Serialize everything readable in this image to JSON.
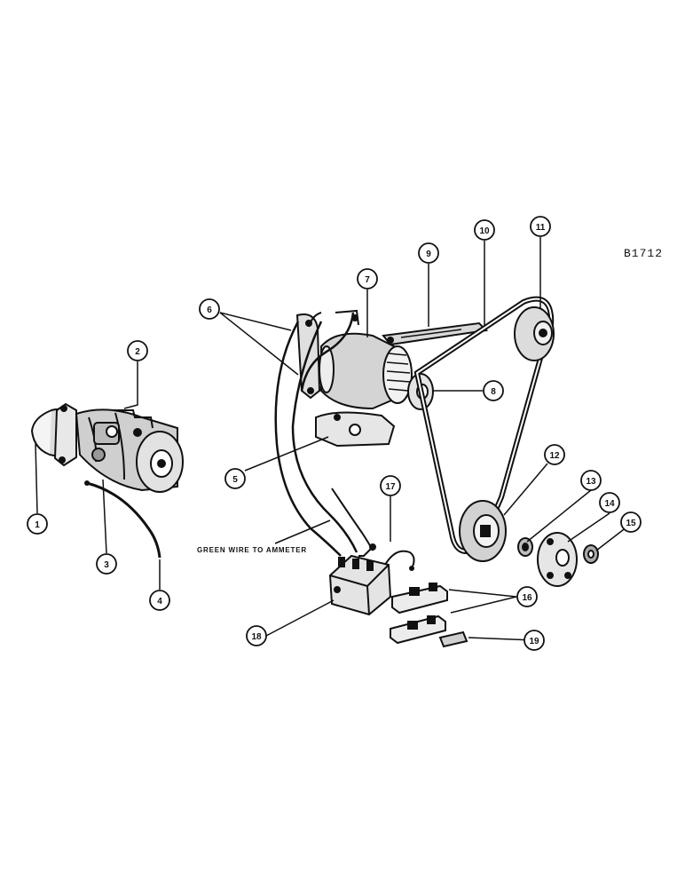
{
  "figure_id": "B1712",
  "note": "GREEN WIRE TO AMMETER",
  "callouts": [
    "1",
    "2",
    "3",
    "4",
    "5",
    "6",
    "7",
    "8",
    "9",
    "10",
    "11",
    "12",
    "13",
    "14",
    "15",
    "16",
    "17",
    "18",
    "19"
  ]
}
